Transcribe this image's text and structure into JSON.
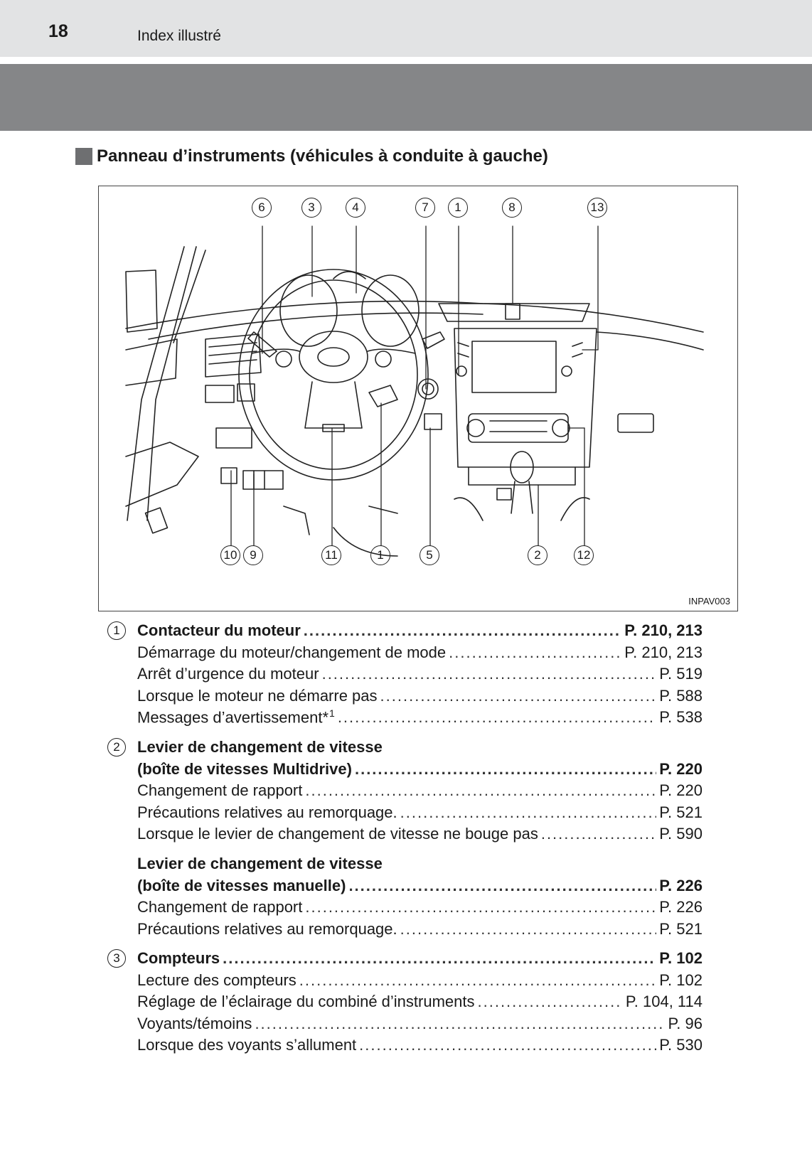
{
  "header": {
    "page_number": "18",
    "title": "Index illustré"
  },
  "section": {
    "title": "Panneau d’instruments (véhicules à conduite à gauche)"
  },
  "figure": {
    "code": "INPAV003",
    "top_callouts": [
      "6",
      "3",
      "4",
      "7",
      "1",
      "8",
      "13"
    ],
    "bottom_callouts": [
      "10",
      "9",
      "11",
      "1",
      "5",
      "2",
      "12"
    ]
  },
  "entries": [
    {
      "num": "1",
      "bold": true,
      "label": "Contacteur du moteur",
      "page": "P. 210, 213"
    },
    {
      "bold": false,
      "label": "Démarrage du moteur/changement de mode",
      "page": "P. 210, 213"
    },
    {
      "bold": false,
      "label": "Arrêt d’urgence du moteur",
      "page": "P. 519"
    },
    {
      "bold": false,
      "label": "Lorsque le moteur ne démarre pas",
      "page": "P. 588"
    },
    {
      "bold": false,
      "label": "Messages d’avertissement",
      "note": "*",
      "note_num": "1",
      "page": "P. 538"
    },
    {
      "num": "2",
      "bold": true,
      "label": "Levier de changement de vitesse",
      "page": ""
    },
    {
      "bold": true,
      "label": "(boîte de vitesses Multidrive)",
      "page": "P. 220"
    },
    {
      "bold": false,
      "label": "Changement de rapport",
      "page": "P. 220"
    },
    {
      "bold": false,
      "label": "Précautions relatives au remorquage.",
      "page": "P. 521"
    },
    {
      "bold": false,
      "label": "Lorsque le levier de changement de vitesse ne bouge pas",
      "page": "P. 590"
    },
    {
      "bold": true,
      "label": "Levier de changement de vitesse",
      "page": ""
    },
    {
      "bold": true,
      "label": "(boîte de vitesses manuelle)",
      "page": "P. 226"
    },
    {
      "bold": false,
      "label": "Changement de rapport",
      "page": "P. 226"
    },
    {
      "bold": false,
      "label": "Précautions relatives au remorquage.",
      "page": "P. 521"
    },
    {
      "num": "3",
      "bold": true,
      "label": "Compteurs",
      "page": "P. 102"
    },
    {
      "bold": false,
      "label": "Lecture des compteurs",
      "page": "P. 102"
    },
    {
      "bold": false,
      "label": "Réglage de l’éclairage du combiné d’instruments",
      "page": "P. 104, 114"
    },
    {
      "bold": false,
      "label": "Voyants/témoins",
      "page": "P. 96"
    },
    {
      "bold": false,
      "label": "Lorsque des voyants s’allument",
      "page": "P. 530"
    }
  ]
}
